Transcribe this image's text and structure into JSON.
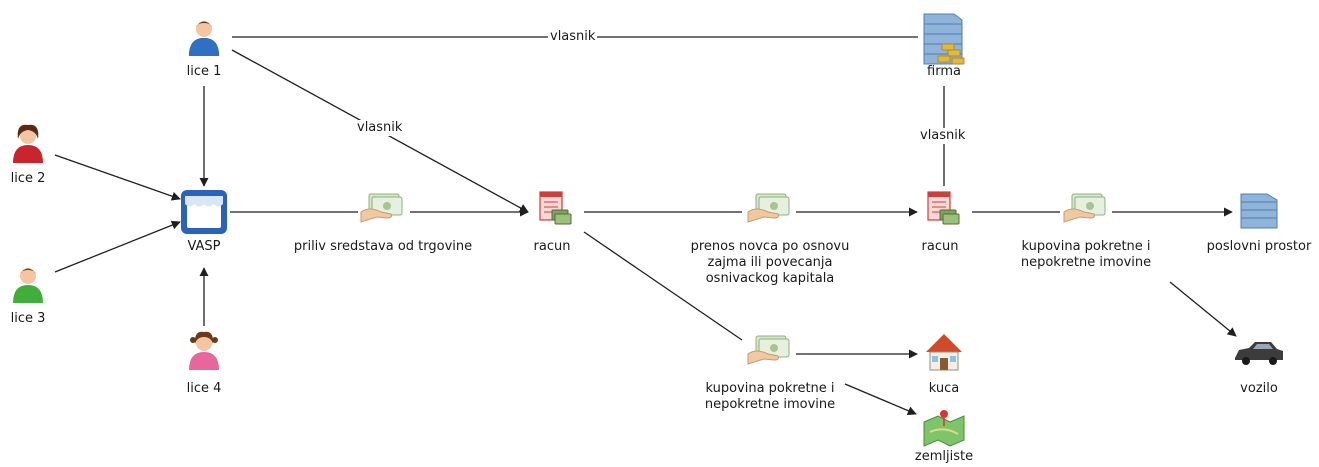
{
  "colors": {
    "edge": "#1f1f1f",
    "person_blue": "#2f6fc4",
    "person_red": "#c8262d",
    "person_green": "#3fae3a",
    "person_pink": "#e8669c",
    "vasp_blue": "#2b63b8",
    "money_green": "#8fb07a",
    "document_red": "#c9403c",
    "building_blue": "#6f9ccc",
    "house_roof": "#cf4b2a",
    "map_green": "#7ec56a",
    "car_gray": "#3c3c3c"
  },
  "nodes": {
    "lice1": {
      "label": "lice 1",
      "icon": "person-blue-icon"
    },
    "lice2": {
      "label": "lice 2",
      "icon": "person-red-icon"
    },
    "lice3": {
      "label": "lice 3",
      "icon": "person-green-icon"
    },
    "lice4": {
      "label": "lice 4",
      "icon": "person-pink-icon"
    },
    "vasp": {
      "label": "VASP",
      "icon": "shop-icon"
    },
    "money1": {
      "label": "priliv sredstava od trgovine",
      "icon": "money-hand-icon"
    },
    "racun1": {
      "label": "racun",
      "icon": "account-document-icon"
    },
    "money2": {
      "label": "prenos novca po osnovu zajma ili povecanja osnivackog kapitala",
      "icon": "money-hand-icon"
    },
    "firma": {
      "label": "firma",
      "icon": "company-building-icon"
    },
    "racun2": {
      "label": "racun",
      "icon": "account-document-icon"
    },
    "money3": {
      "label": "kupovina pokretne i nepokretne imovine",
      "icon": "money-hand-icon"
    },
    "money4": {
      "label": "kupovina pokretne i nepokretne imovine",
      "icon": "money-hand-icon"
    },
    "poslovni": {
      "label": "poslovni prostor",
      "icon": "office-building-icon"
    },
    "vozilo": {
      "label": "vozilo",
      "icon": "car-icon"
    },
    "kuca": {
      "label": "kuca",
      "icon": "house-icon"
    },
    "zemljiste": {
      "label": "zemljiste",
      "icon": "land-map-icon"
    }
  },
  "edge_labels": {
    "lice1_firma": "vlasnik",
    "lice1_racun1": "vlasnik",
    "firma_racun2": "vlasnik"
  }
}
